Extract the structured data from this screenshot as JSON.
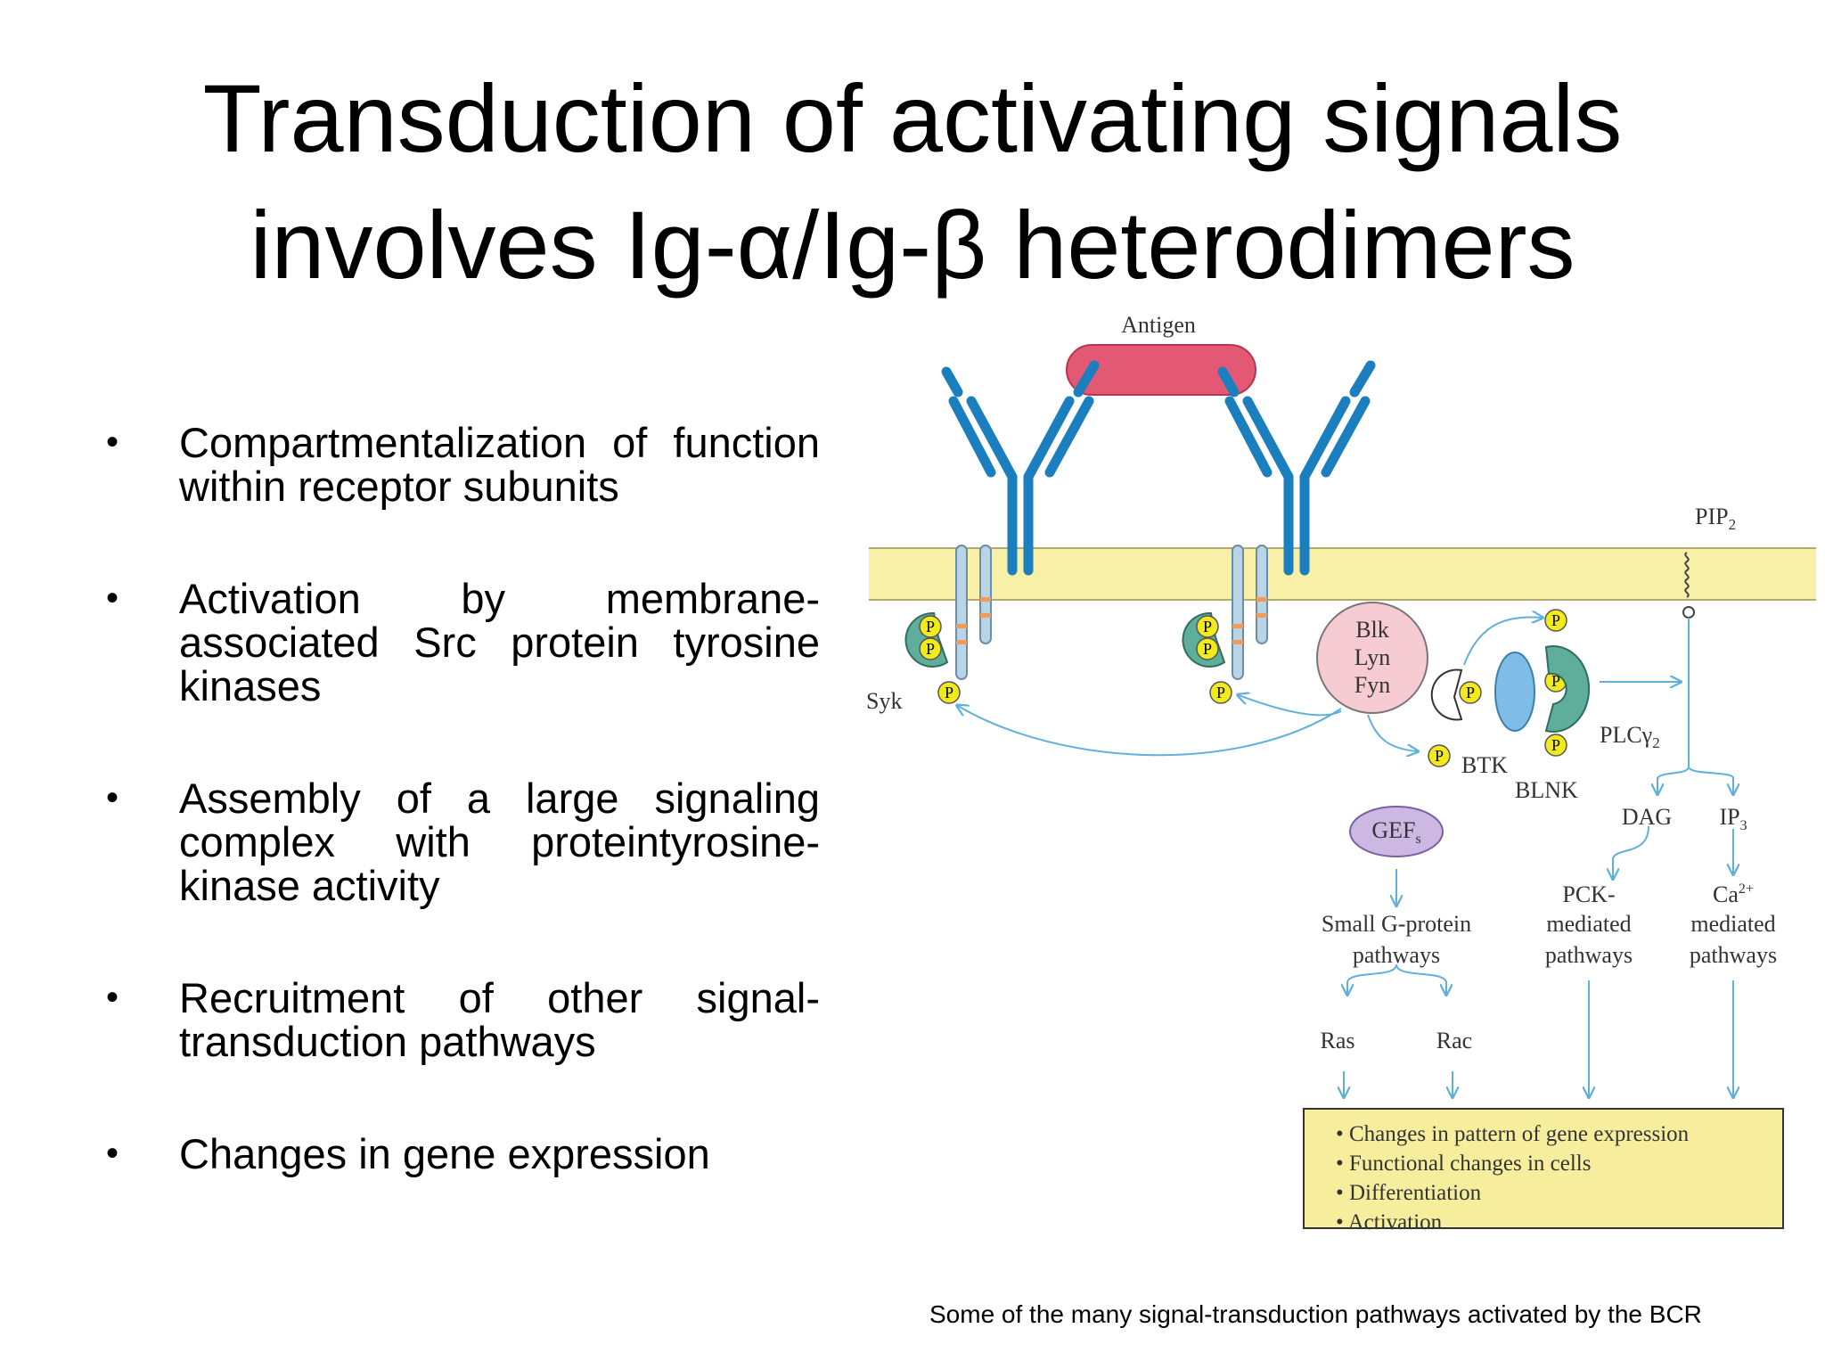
{
  "title": {
    "line1": "Transduction of activating signals",
    "line2": "involves Ig-α/Ig-β heterodimers"
  },
  "bullets": [
    "Compartmentalization of function within receptor subunits",
    "Activation by membrane-associated Src protein tyrosine kinases",
    "Assembly of a large signaling complex with proteintyrosine-kinase activity",
    "Recruitment of other signal-transduction pathways",
    "Changes in gene expression"
  ],
  "diagram": {
    "antigen": "Antigen",
    "pip2": "PIP",
    "pip2_sub": "2",
    "syk": "Syk",
    "p": "P",
    "kinases": [
      "Blk",
      "Lyn",
      "Fyn"
    ],
    "btk": "BTK",
    "blnk": "BLNK",
    "plc": "PLCγ",
    "plc_sub": "2",
    "gef": "GEF",
    "gef_sub": "s",
    "dag": "DAG",
    "ip3": "IP",
    "ip3_sub": "3",
    "small_g_line1": "Small G-protein",
    "small_g_line2": "pathways",
    "pck_line1": "PCK-",
    "pck_line2": "mediated",
    "pck_line3": "pathways",
    "ca_line1": "Ca",
    "ca_sup": "2+",
    "ca_line2": "mediated",
    "ca_line3": "pathways",
    "ras": "Ras",
    "rac": "Rac",
    "outcomes": [
      "• Changes in pattern of gene expression",
      "• Functional changes in cells",
      "• Differentiation",
      "• Activation"
    ]
  },
  "caption": "Some of the many signal-transduction pathways activated by the BCR",
  "colors": {
    "membrane": "#f7f0a6",
    "antibody": "#1b7fbf",
    "antigen": "#e35873",
    "arrow": "#5fb0db",
    "phospho": "#f2ea1b",
    "outcome_box": "#f6ee9d"
  }
}
